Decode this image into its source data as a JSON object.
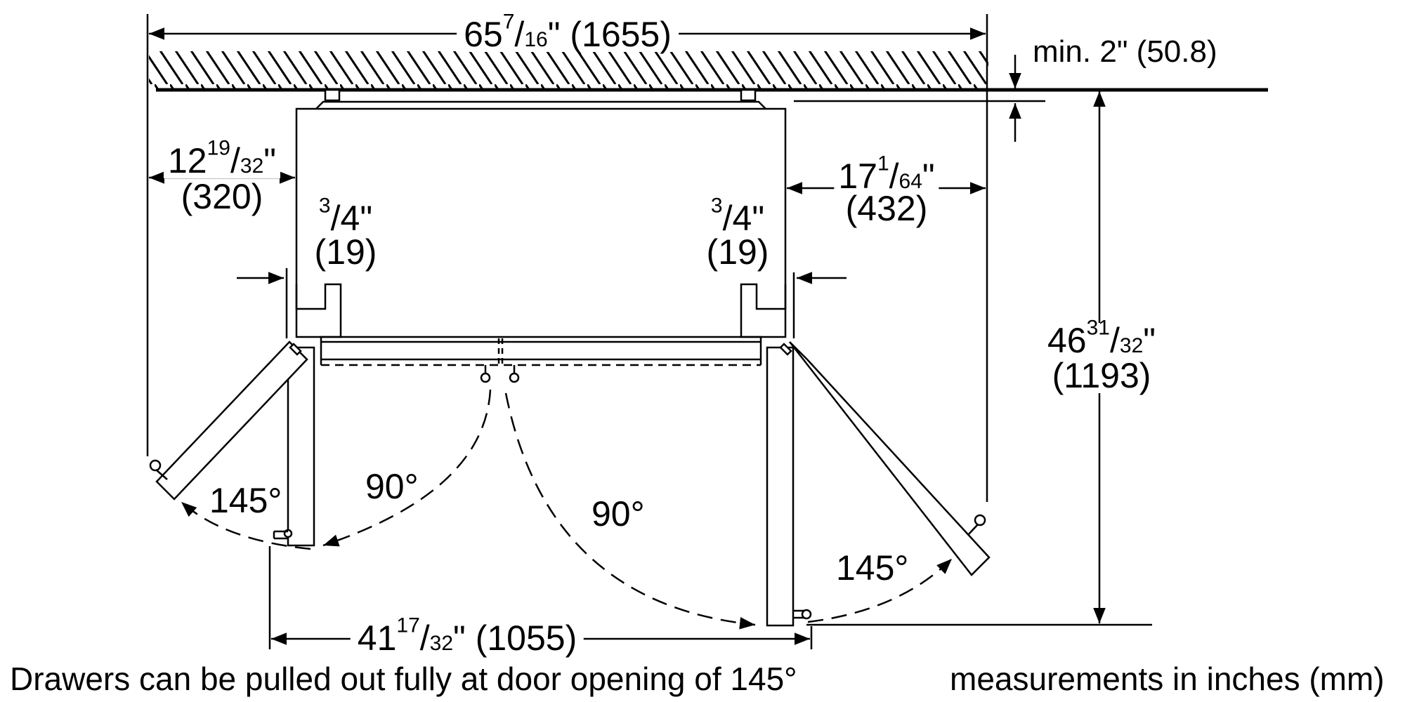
{
  "dimensions": {
    "overall_width": {
      "whole": "65",
      "num": "7",
      "den": "16",
      "unit": "\"",
      "mm": "(1655)"
    },
    "wall_clearance": {
      "text": "min. 2\" (50.8)"
    },
    "left_side": {
      "whole": "12",
      "num": "19",
      "den": "32",
      "unit": "\"",
      "mm": "(320)"
    },
    "right_side": {
      "whole": "17",
      "num": "1",
      "den": "64",
      "unit": "\"",
      "mm": "(432)"
    },
    "left_gap": {
      "num": "3",
      "den": "4",
      "unit": "\"",
      "mm": "(19)"
    },
    "right_gap": {
      "num": "3",
      "den": "4",
      "unit": "\"",
      "mm": "(19)"
    },
    "depth": {
      "whole": "46",
      "num": "31",
      "den": "32",
      "unit": "\"",
      "mm": "(1193)"
    },
    "door_span": {
      "whole": "41",
      "num": "17",
      "den": "32",
      "unit": "\"",
      "mm": "(1055)"
    }
  },
  "angles": {
    "left_145": "145°",
    "left_90": "90°",
    "right_90": "90°",
    "right_145": "145°"
  },
  "notes": {
    "drawers": "Drawers can be pulled out fully at door opening of 145°",
    "units": "measurements in inches (mm)"
  }
}
